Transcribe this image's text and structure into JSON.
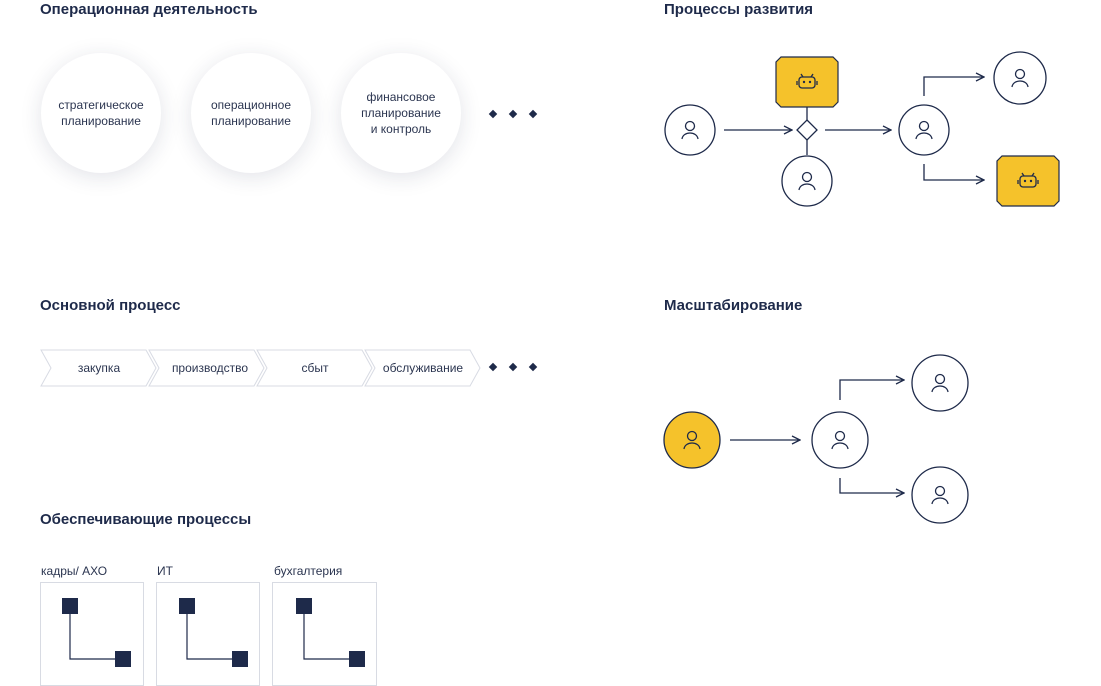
{
  "operational": {
    "title": "Операционная деятельность",
    "items": [
      "стратегическое\nпланирование",
      "операционное\nпланирование",
      "финансовое\nпланирование\nи контроль"
    ]
  },
  "development": {
    "title": "Процессы развития"
  },
  "main_process": {
    "title": "Основной процесс",
    "steps": [
      "закупка",
      "производство",
      "сбыт",
      "обслуживание"
    ]
  },
  "scaling": {
    "title": "Масштабирование"
  },
  "support": {
    "title": "Обеспечивающие процессы",
    "items": [
      "кадры/ АХО",
      "ИТ",
      "бухгалтерия"
    ]
  },
  "colors": {
    "navy": "#1e2a4a",
    "accent": "#f5c22b",
    "border": "#d8dbe3"
  },
  "icons": [
    "user-icon",
    "robot-icon",
    "diamond-gateway-icon",
    "arrow-icon",
    "ellipsis-icon"
  ]
}
